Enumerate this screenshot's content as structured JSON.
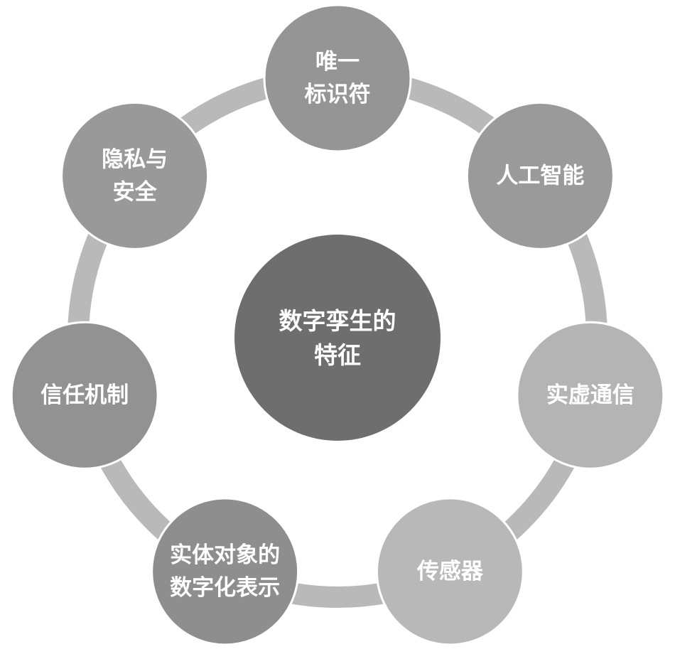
{
  "diagram": {
    "center": {
      "lines": [
        "数字孪生的",
        "特征"
      ],
      "color": "#6f6e6e"
    },
    "ring_color": "#b9b9b9",
    "nodes": [
      {
        "id": "unique-identifier",
        "lines": [
          "唯一",
          "标识符"
        ],
        "color": "#959595"
      },
      {
        "id": "artificial-intelligence",
        "lines": [
          "人工智能"
        ],
        "color": "#9a9a9a"
      },
      {
        "id": "virtual-real-communication",
        "lines": [
          "实虚通信"
        ],
        "color": "#b4b4b4"
      },
      {
        "id": "sensor",
        "lines": [
          "传感器"
        ],
        "color": "#b8b8b8"
      },
      {
        "id": "digital-representation",
        "lines": [
          "实体对象的",
          "数字化表示"
        ],
        "color": "#8e8e8e"
      },
      {
        "id": "trust-mechanism",
        "lines": [
          "信任机制"
        ],
        "color": "#929292"
      },
      {
        "id": "privacy-security",
        "lines": [
          "隐私与",
          "安全"
        ],
        "color": "#999999"
      }
    ]
  }
}
